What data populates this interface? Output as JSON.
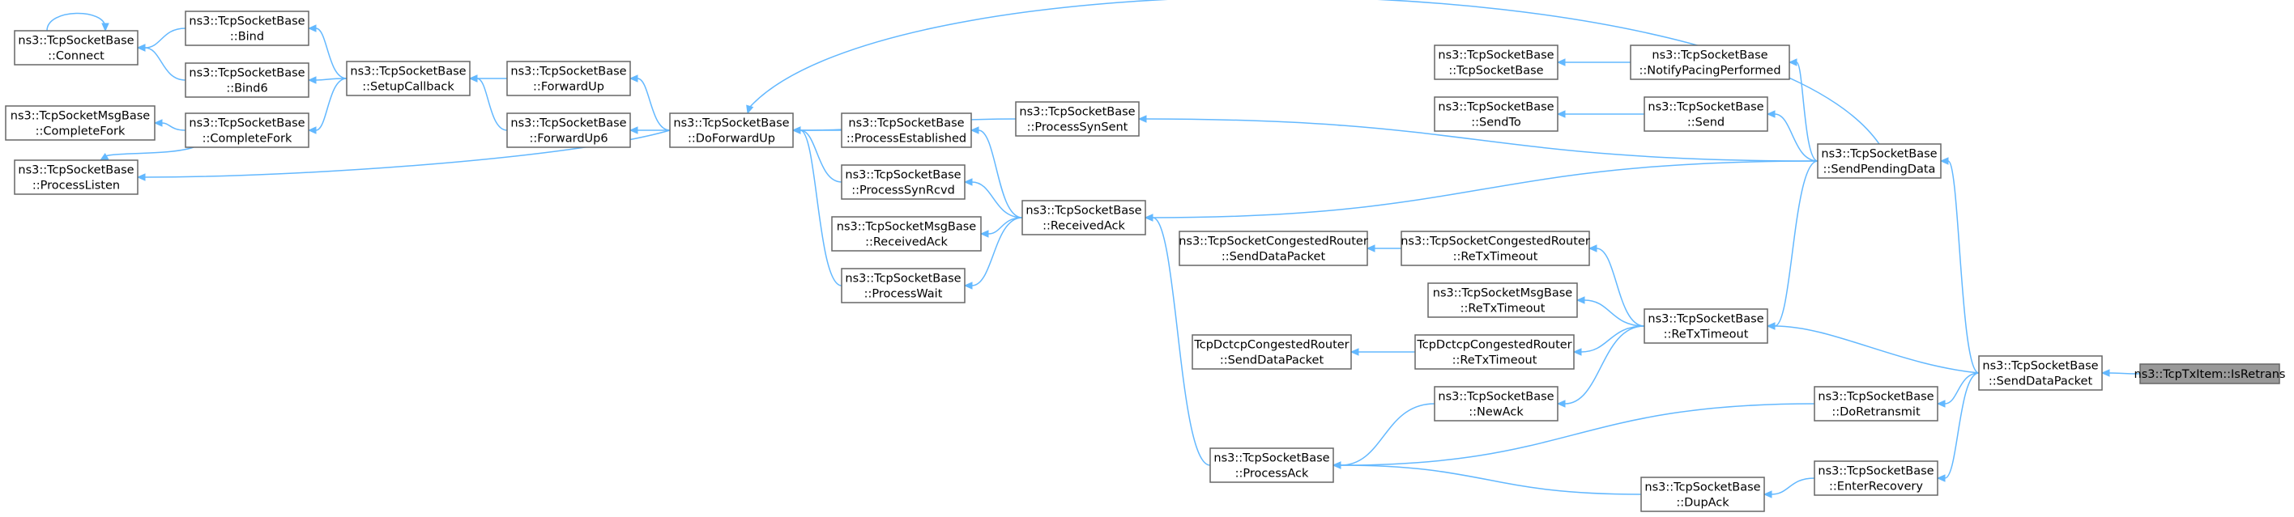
{
  "graph": {
    "title": "",
    "nodes": [
      {
        "id": "connect",
        "lines": [
          "ns3::TcpSocketBase",
          "::Connect"
        ]
      },
      {
        "id": "bind",
        "lines": [
          "ns3::TcpSocketBase",
          "::Bind"
        ]
      },
      {
        "id": "bind6",
        "lines": [
          "ns3::TcpSocketBase",
          "::Bind6"
        ]
      },
      {
        "id": "msg_completefork",
        "lines": [
          "ns3::TcpSocketMsgBase",
          "::CompleteFork"
        ]
      },
      {
        "id": "completefork",
        "lines": [
          "ns3::TcpSocketBase",
          "::CompleteFork"
        ]
      },
      {
        "id": "processlisten",
        "lines": [
          "ns3::TcpSocketBase",
          "::ProcessListen"
        ]
      },
      {
        "id": "setupcallback",
        "lines": [
          "ns3::TcpSocketBase",
          "::SetupCallback"
        ]
      },
      {
        "id": "forwardup",
        "lines": [
          "ns3::TcpSocketBase",
          "::ForwardUp"
        ]
      },
      {
        "id": "forwardup6",
        "lines": [
          "ns3::TcpSocketBase",
          "::ForwardUp6"
        ]
      },
      {
        "id": "doforwardup",
        "lines": [
          "ns3::TcpSocketBase",
          "::DoForwardUp"
        ]
      },
      {
        "id": "processestablished",
        "lines": [
          "ns3::TcpSocketBase",
          "::ProcessEstablished"
        ]
      },
      {
        "id": "processsynrcvd",
        "lines": [
          "ns3::TcpSocketBase",
          "::ProcessSynRcvd"
        ]
      },
      {
        "id": "msg_receivedack",
        "lines": [
          "ns3::TcpSocketMsgBase",
          "::ReceivedAck"
        ]
      },
      {
        "id": "processwait",
        "lines": [
          "ns3::TcpSocketBase",
          "::ProcessWait"
        ]
      },
      {
        "id": "processsynsent",
        "lines": [
          "ns3::TcpSocketBase",
          "::ProcessSynSent"
        ]
      },
      {
        "id": "receivedack",
        "lines": [
          "ns3::TcpSocketBase",
          "::ReceivedAck"
        ]
      },
      {
        "id": "cong_senddatapacket",
        "lines": [
          "ns3::TcpSocketCongestedRouter",
          "::SendDataPacket"
        ]
      },
      {
        "id": "dctcp_senddatapacket",
        "lines": [
          "TcpDctcpCongestedRouter",
          "::SendDataPacket"
        ]
      },
      {
        "id": "processack",
        "lines": [
          "ns3::TcpSocketBase",
          "::ProcessAck"
        ]
      },
      {
        "id": "ctor",
        "lines": [
          "ns3::TcpSocketBase",
          "::TcpSocketBase"
        ]
      },
      {
        "id": "sendto",
        "lines": [
          "ns3::TcpSocketBase",
          "::SendTo"
        ]
      },
      {
        "id": "cong_retxtimeout",
        "lines": [
          "ns3::TcpSocketCongestedRouter",
          "::ReTxTimeout"
        ]
      },
      {
        "id": "msg_retxtimeout",
        "lines": [
          "ns3::TcpSocketMsgBase",
          "::ReTxTimeout"
        ]
      },
      {
        "id": "dctcp_retxtimeout",
        "lines": [
          "TcpDctcpCongestedRouter",
          "::ReTxTimeout"
        ]
      },
      {
        "id": "newack",
        "lines": [
          "ns3::TcpSocketBase",
          "::NewAck"
        ]
      },
      {
        "id": "dupack",
        "lines": [
          "ns3::TcpSocketBase",
          "::DupAck"
        ]
      },
      {
        "id": "notifypacing",
        "lines": [
          "ns3::TcpSocketBase",
          "::NotifyPacingPerformed"
        ]
      },
      {
        "id": "send",
        "lines": [
          "ns3::TcpSocketBase",
          "::Send"
        ]
      },
      {
        "id": "retxtimeout",
        "lines": [
          "ns3::TcpSocketBase",
          "::ReTxTimeout"
        ]
      },
      {
        "id": "doretransmit",
        "lines": [
          "ns3::TcpSocketBase",
          "::DoRetransmit"
        ]
      },
      {
        "id": "enterrecovery",
        "lines": [
          "ns3::TcpSocketBase",
          "::EnterRecovery"
        ]
      },
      {
        "id": "sendpendingdata",
        "lines": [
          "ns3::TcpSocketBase",
          "::SendPendingData"
        ]
      },
      {
        "id": "senddatapacket",
        "lines": [
          "ns3::TcpSocketBase",
          "::SendDataPacket"
        ]
      },
      {
        "id": "isretrans",
        "lines": [
          "ns3::TcpTxItem::IsRetrans"
        ],
        "root": true
      }
    ],
    "edges": [
      {
        "from": "isretrans",
        "to": "senddatapacket"
      },
      {
        "from": "senddatapacket",
        "to": "sendpendingdata"
      },
      {
        "from": "senddatapacket",
        "to": "retxtimeout"
      },
      {
        "from": "senddatapacket",
        "to": "doretransmit"
      },
      {
        "from": "senddatapacket",
        "to": "enterrecovery"
      },
      {
        "from": "sendpendingdata",
        "to": "doforwardup"
      },
      {
        "from": "sendpendingdata",
        "to": "notifypacing"
      },
      {
        "from": "sendpendingdata",
        "to": "send"
      },
      {
        "from": "sendpendingdata",
        "to": "processsynsent"
      },
      {
        "from": "sendpendingdata",
        "to": "receivedack"
      },
      {
        "from": "sendpendingdata",
        "to": "retxtimeout"
      },
      {
        "from": "notifypacing",
        "to": "ctor"
      },
      {
        "from": "send",
        "to": "sendto"
      },
      {
        "from": "retxtimeout",
        "to": "cong_retxtimeout"
      },
      {
        "from": "retxtimeout",
        "to": "msg_retxtimeout"
      },
      {
        "from": "retxtimeout",
        "to": "dctcp_retxtimeout"
      },
      {
        "from": "retxtimeout",
        "to": "newack"
      },
      {
        "from": "cong_retxtimeout",
        "to": "cong_senddatapacket"
      },
      {
        "from": "dctcp_retxtimeout",
        "to": "dctcp_senddatapacket"
      },
      {
        "from": "doretransmit",
        "to": "processack"
      },
      {
        "from": "enterrecovery",
        "to": "dupack"
      },
      {
        "from": "newack",
        "to": "processack"
      },
      {
        "from": "dupack",
        "to": "processack"
      },
      {
        "from": "processack",
        "to": "receivedack"
      },
      {
        "from": "receivedack",
        "to": "processestablished"
      },
      {
        "from": "receivedack",
        "to": "processsynrcvd"
      },
      {
        "from": "receivedack",
        "to": "msg_receivedack"
      },
      {
        "from": "receivedack",
        "to": "processwait"
      },
      {
        "from": "processsynsent",
        "to": "doforwardup"
      },
      {
        "from": "processestablished",
        "to": "doforwardup"
      },
      {
        "from": "processsynrcvd",
        "to": "doforwardup"
      },
      {
        "from": "processwait",
        "to": "doforwardup"
      },
      {
        "from": "doforwardup",
        "to": "forwardup"
      },
      {
        "from": "doforwardup",
        "to": "forwardup6"
      },
      {
        "from": "doforwardup",
        "to": "processlisten"
      },
      {
        "from": "forwardup",
        "to": "setupcallback"
      },
      {
        "from": "forwardup6",
        "to": "setupcallback"
      },
      {
        "from": "setupcallback",
        "to": "bind"
      },
      {
        "from": "setupcallback",
        "to": "bind6"
      },
      {
        "from": "setupcallback",
        "to": "completefork"
      },
      {
        "from": "bind",
        "to": "connect"
      },
      {
        "from": "bind6",
        "to": "connect"
      },
      {
        "from": "connect",
        "to": "connect"
      },
      {
        "from": "completefork",
        "to": "msg_completefork"
      },
      {
        "from": "completefork",
        "to": "processlisten"
      }
    ],
    "colors": {
      "edge": "#63b8ff",
      "node_border": "#666666",
      "root_fill": "#999999",
      "node_fill": "#ffffff"
    }
  }
}
